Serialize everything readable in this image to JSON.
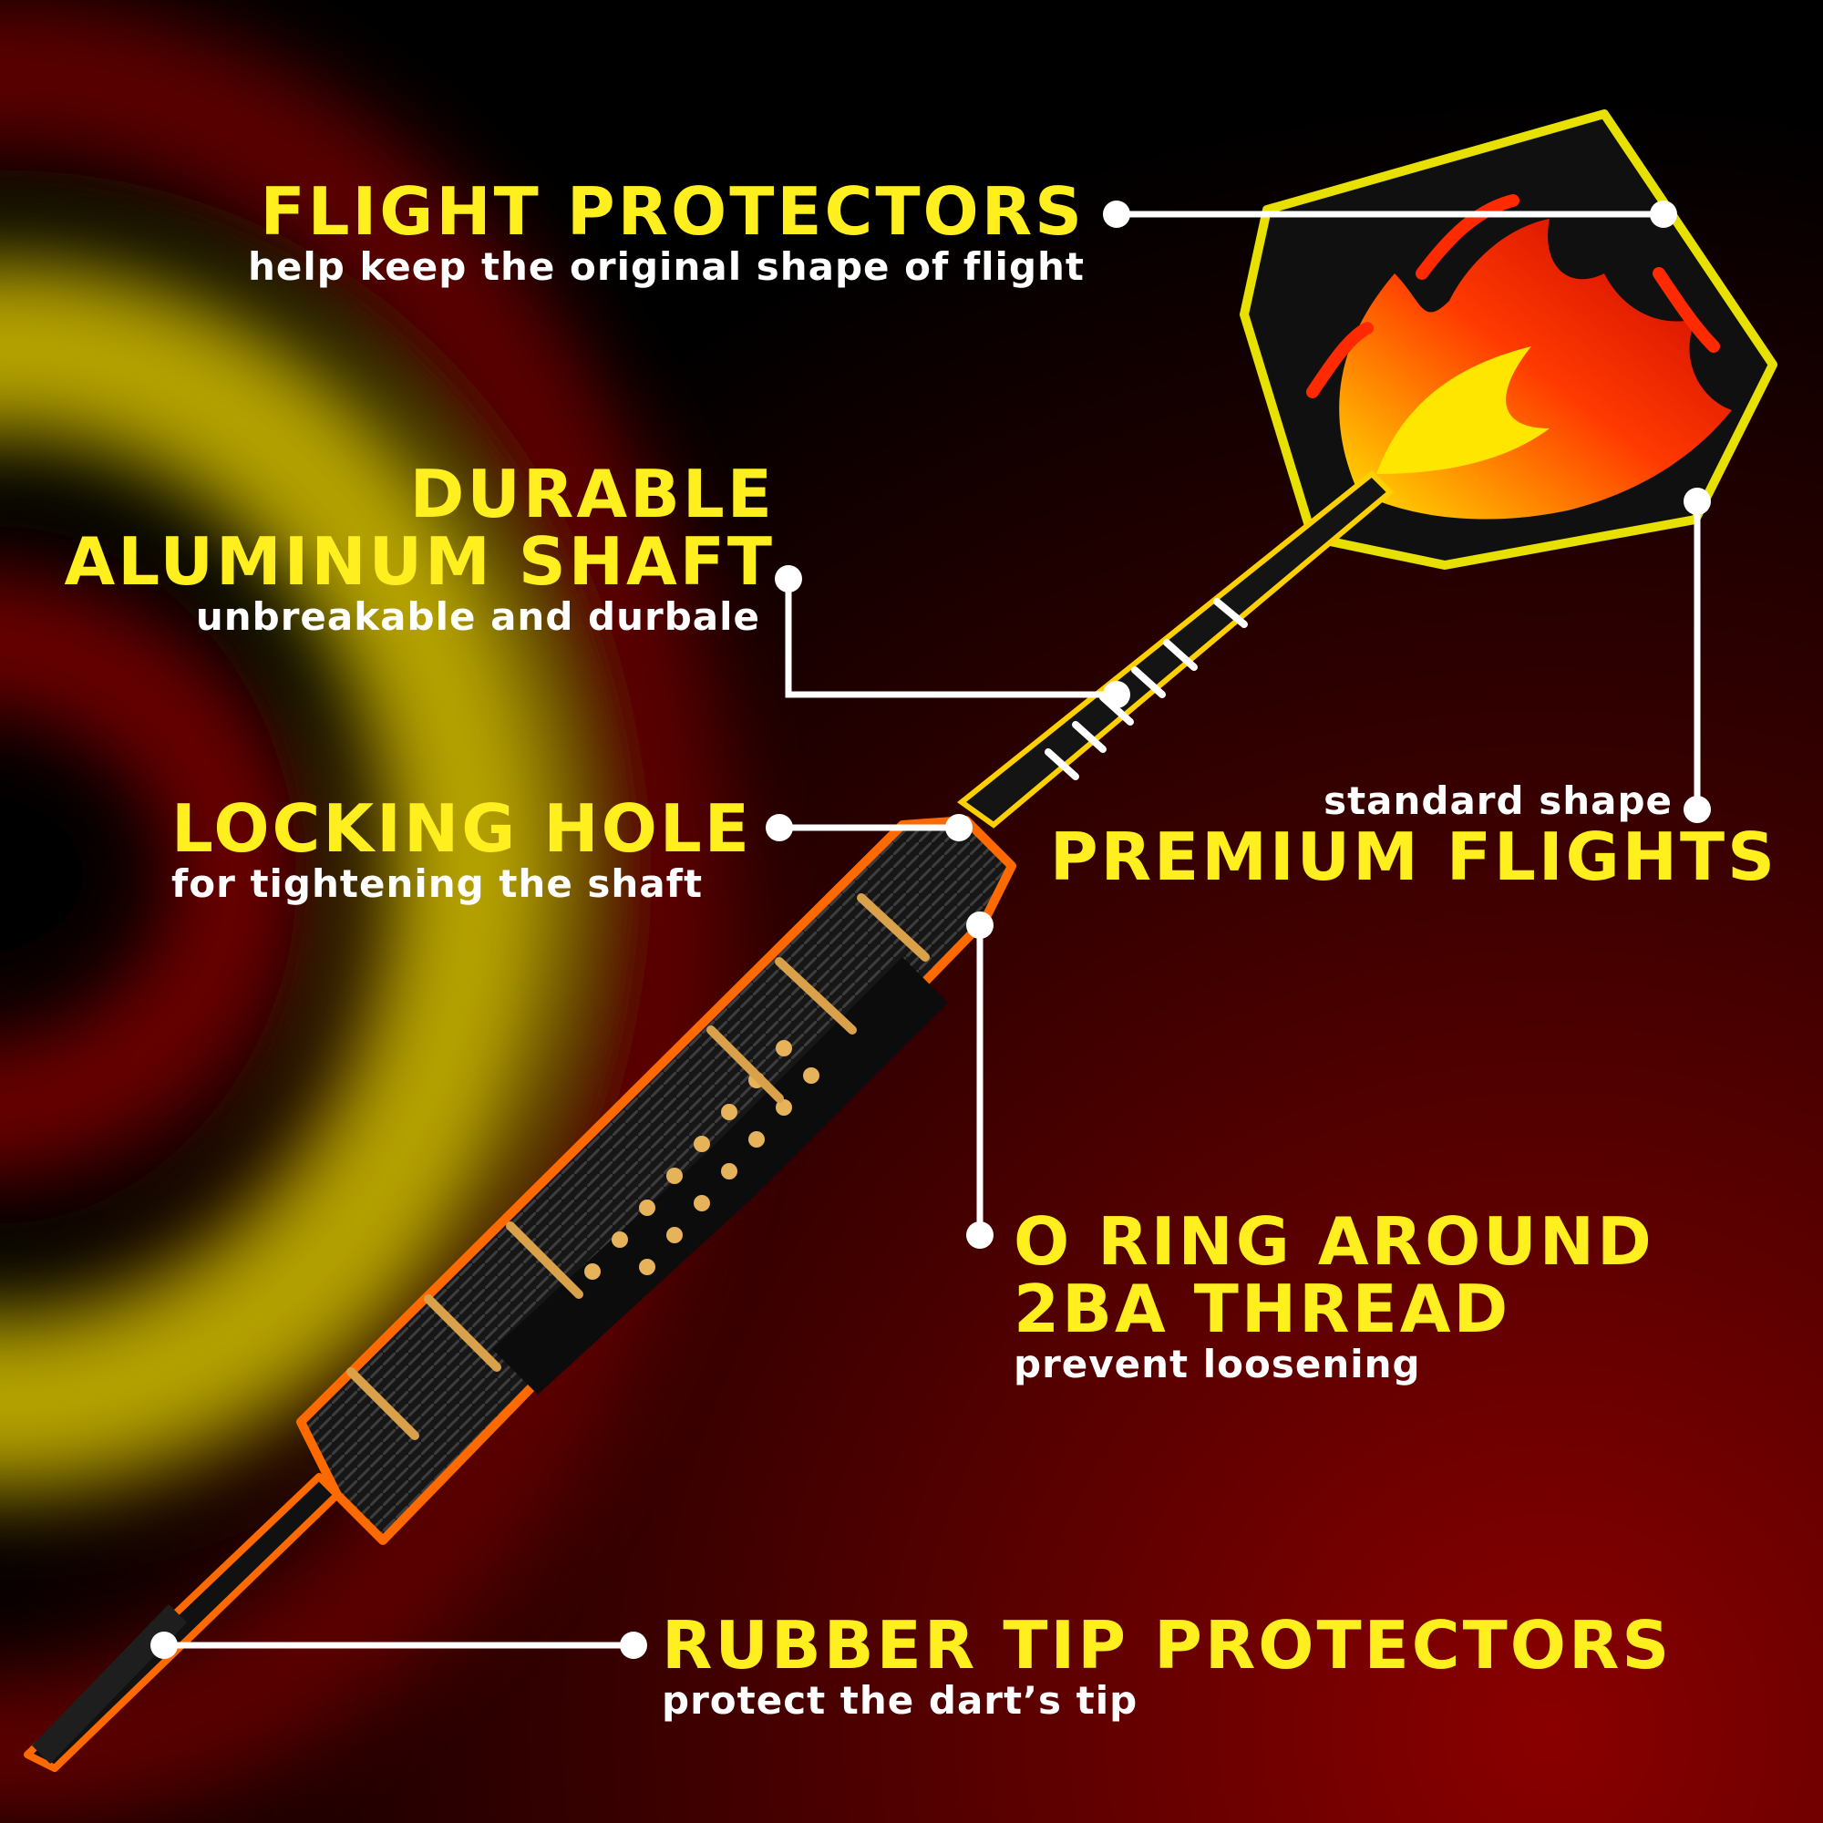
{
  "callouts": {
    "flight_protectors": {
      "title": "FLIGHT PROTECTORS",
      "subtitle": "help keep the original shape of flight"
    },
    "aluminum_shaft": {
      "title_line1": "DURABLE",
      "title_line2": "ALUMINUM SHAFT",
      "subtitle": "unbreakable and durbale"
    },
    "locking_hole": {
      "title": "LOCKING HOLE",
      "subtitle": "for tightening the shaft"
    },
    "premium_flights": {
      "title": "PREMIUM FLIGHTS",
      "subtitle": "standard shape"
    },
    "o_ring": {
      "title_line1": "O RING AROUND",
      "title_line2": "2BA THREAD",
      "subtitle": "prevent loosening"
    },
    "tip_protectors": {
      "title": "RUBBER TIP PROTECTORS",
      "subtitle": "protect the dart’s tip"
    }
  },
  "colors": {
    "title": "#ffef1f",
    "subtitle": "#ffffff",
    "background_dark": "#000000",
    "background_red": "#6e0000",
    "background_yellow": "#c9b400",
    "dart_outline": "#ff6a00"
  },
  "icons": [
    "callout-dot-icon",
    "dart-illustration",
    "flame-flight-icon"
  ]
}
